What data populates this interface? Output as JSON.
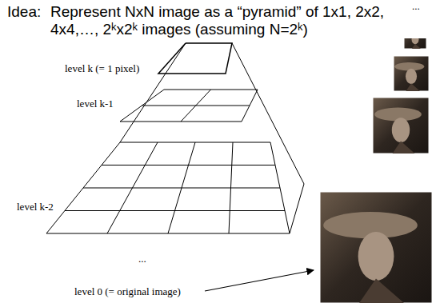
{
  "diagram": {
    "title": "Represent NxN image as a “pyramid” of 1x1, 2x2, 4x4,…, 2ᵏx2ᵏ images (assuming N=2ᵏ)",
    "labels": [
      "Idea:",
      "level k (= 1 pixel)",
      "level k-1",
      "level k-2",
      "...",
      "level 0 (= original image)",
      "..."
    ]
  }
}
